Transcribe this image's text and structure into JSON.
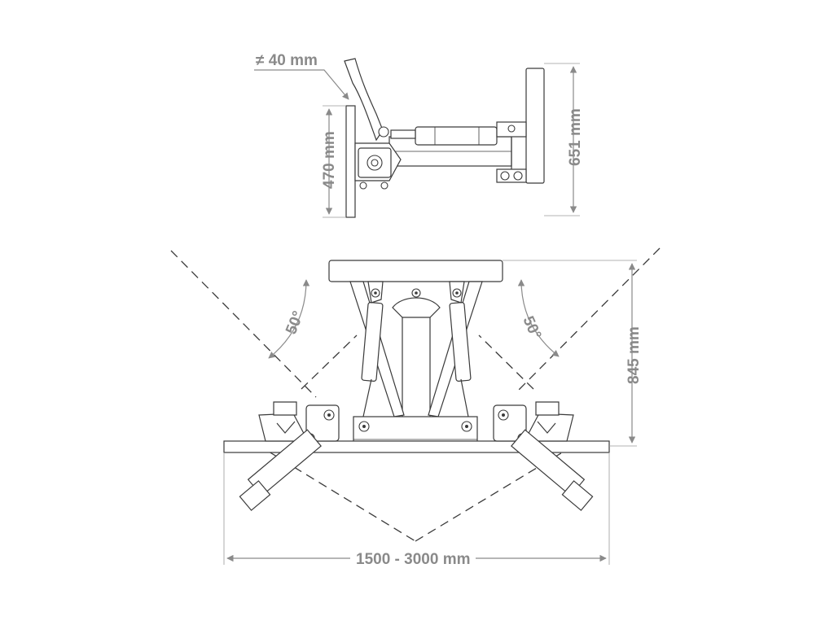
{
  "labels": {
    "blade_thickness": "≠ 40 mm",
    "side_height": "470 mm",
    "total_height": "651 mm",
    "top_height": "845 mm",
    "width_range": "1500 - 3000 mm",
    "angle_left": "50°",
    "angle_right": "50°"
  },
  "colors": {
    "drawing_line": "#3a3a3a",
    "dimension": "#8a8a8a",
    "background": "#ffffff"
  }
}
